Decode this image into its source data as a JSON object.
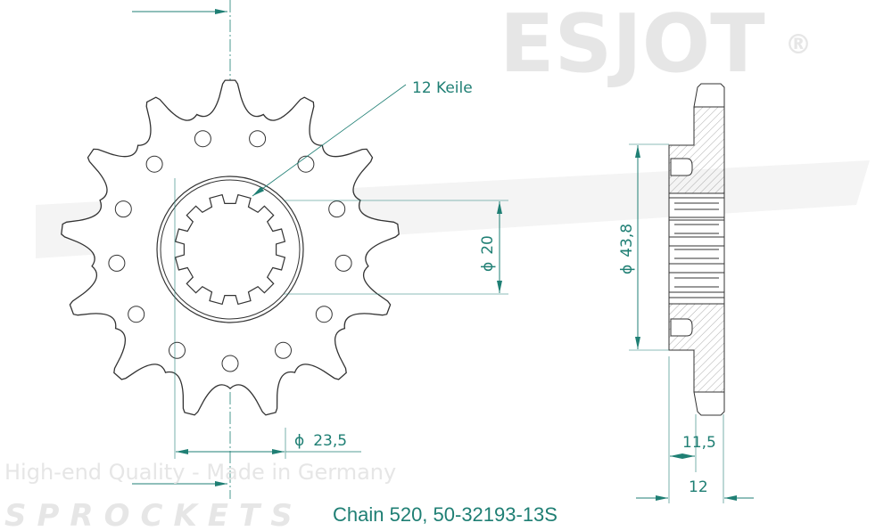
{
  "drawing": {
    "splines_label": "12 Keile",
    "dim_bore": "20",
    "dim_hub_diameter": "43,8",
    "dim_hole_circle": "23,5",
    "dim_tooth_width": "11,5",
    "dim_total_width": "12",
    "diameter_symbol": "ϕ",
    "teeth": 13,
    "splines": 12,
    "caption": "Chain 520, 50-32193-13S"
  },
  "watermark": {
    "brand": "ESJOT",
    "sub": "SPROCKETS",
    "tagline": "High-end Quality - Made in Germany",
    "registered": "®"
  },
  "colors": {
    "dimension": "#1f7f74",
    "outline": "#333333",
    "hatch": "#999999"
  }
}
